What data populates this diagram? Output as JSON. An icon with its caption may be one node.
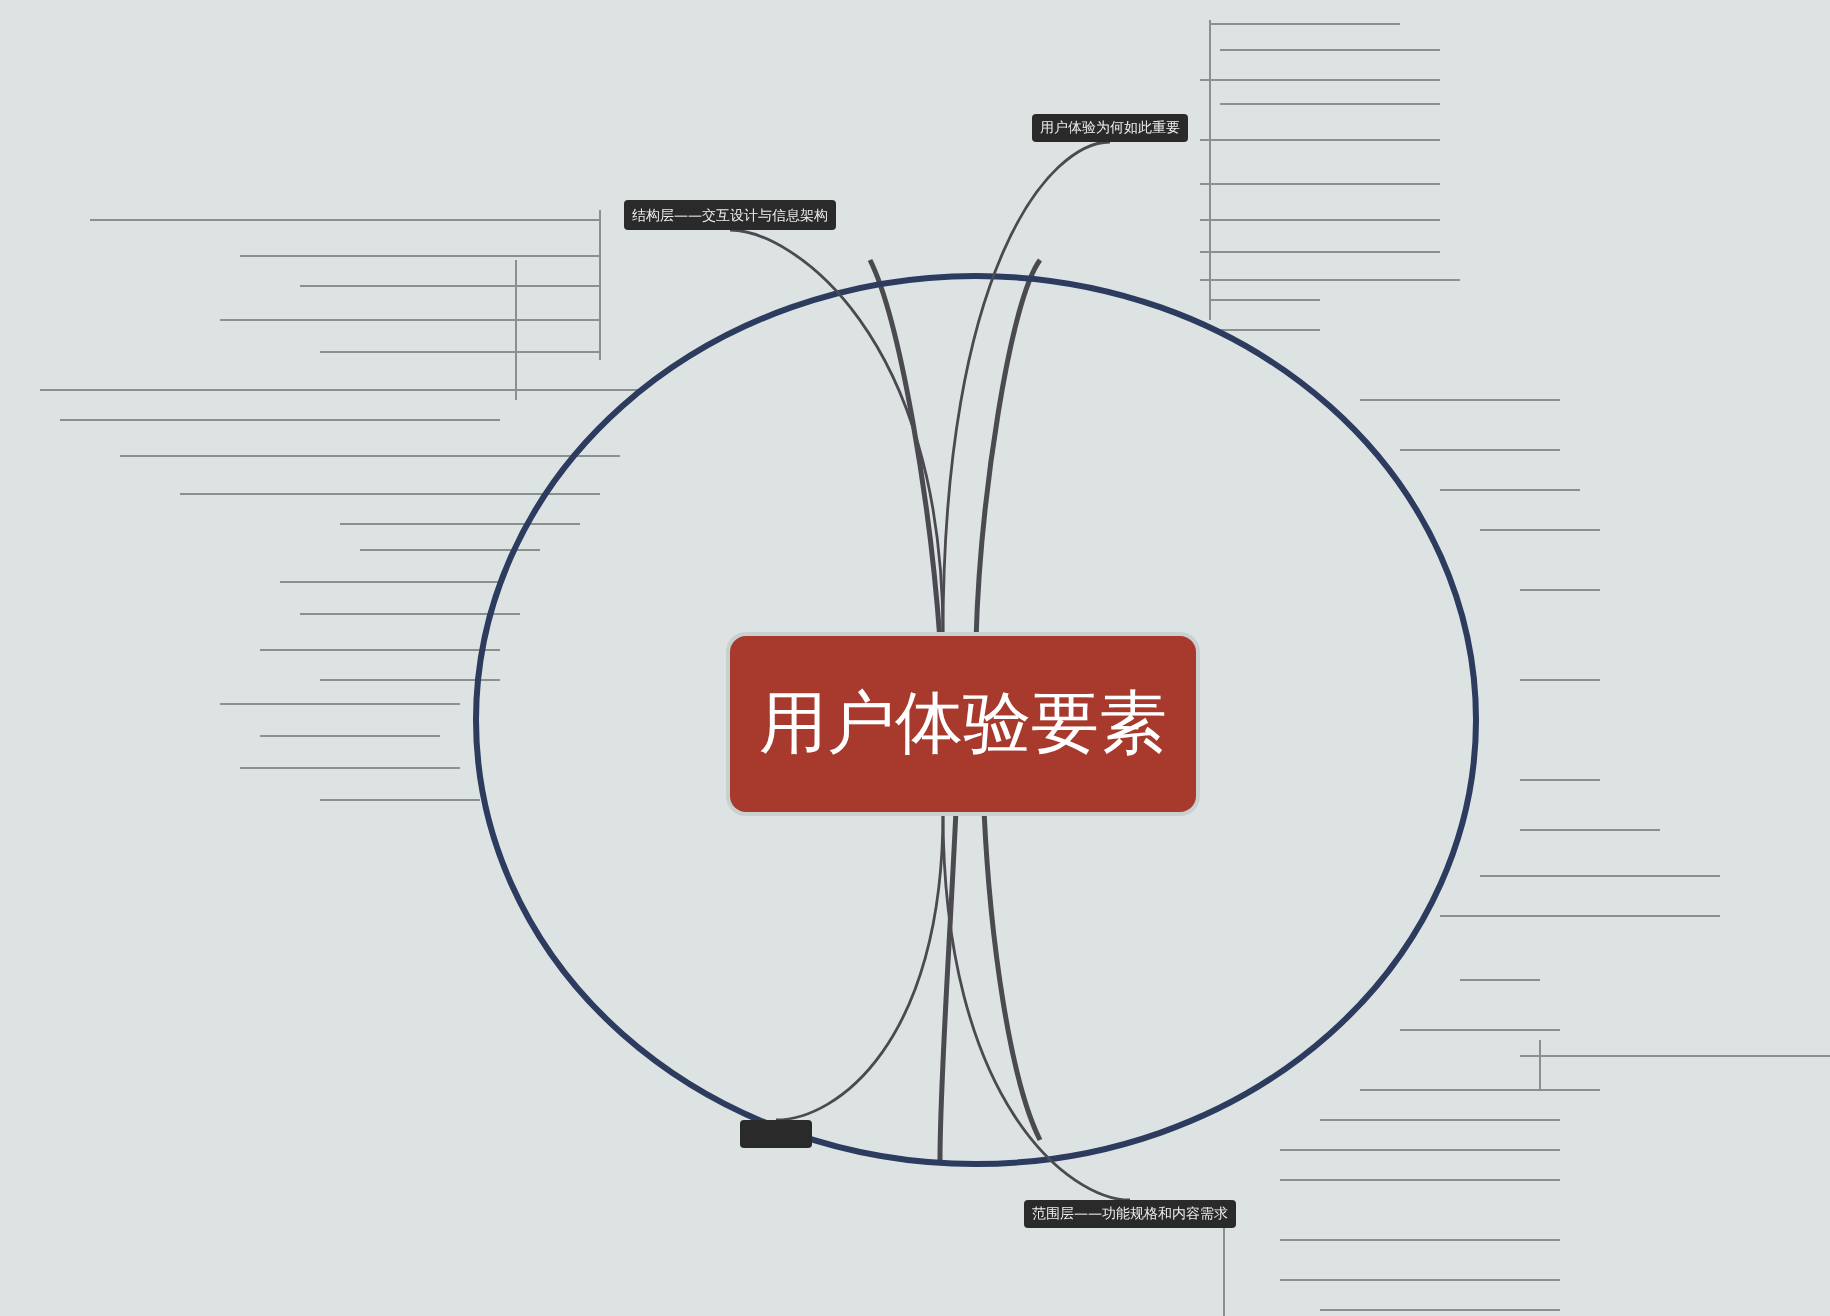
{
  "diagram": {
    "nodes": [
      {
        "text": [
          "用户体验要素"
        ]
      },
      {
        "text": [
          "结构层——交互设计与信息架构"
        ]
      },
      {
        "text": [
          "用户体验为何如此重要"
        ]
      },
      {
        "text": [],
        "shape": "box"
      },
      {
        "text": [
          "范围层——功能规格和内容需求"
        ]
      }
    ],
    "edges": [
      {
        "from": 0,
        "to": 1,
        "arrow": "none"
      },
      {
        "from": 0,
        "to": 2,
        "arrow": "none"
      },
      {
        "from": 0,
        "to": 3,
        "arrow": "none"
      },
      {
        "from": 0,
        "to": 4,
        "arrow": "none"
      }
    ]
  }
}
